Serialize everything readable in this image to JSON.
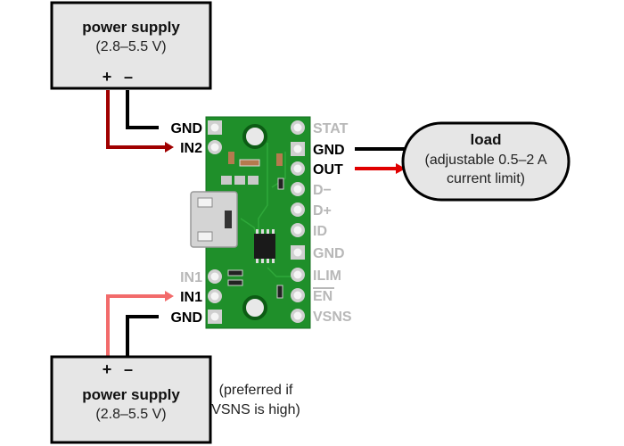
{
  "power_supply_top": {
    "title": "power supply",
    "voltage": "(2.8–5.5 V)",
    "plus": "+",
    "minus": "–"
  },
  "power_supply_bottom": {
    "title": "power supply",
    "voltage": "(2.8–5.5 V)",
    "plus": "+",
    "minus": "–",
    "note_line1": "(preferred if",
    "note_line2": "VSNS is high)"
  },
  "load": {
    "title": "load",
    "line1": "(adjustable 0.5–2 A",
    "line2": "current limit)"
  },
  "left_pins": [
    {
      "label": "GND",
      "active": true
    },
    {
      "label": "IN2",
      "active": true
    },
    {
      "label": "IN1",
      "active": false
    },
    {
      "label": "IN1",
      "active": true
    },
    {
      "label": "GND",
      "active": true
    }
  ],
  "right_pins": [
    {
      "label": "STAT",
      "active": false
    },
    {
      "label": "GND",
      "active": true
    },
    {
      "label": "OUT",
      "active": true
    },
    {
      "label": "D−",
      "active": false
    },
    {
      "label": "D+",
      "active": false
    },
    {
      "label": "ID",
      "active": false
    },
    {
      "label": "GND",
      "active": false
    },
    {
      "label": "ILIM",
      "active": false
    },
    {
      "label": "EN",
      "active": false
    },
    {
      "label": "VSNS",
      "active": false
    }
  ],
  "colors": {
    "board_green": "#1f8f2a",
    "wire_dark_red": "#a00000",
    "wire_red": "#e00000",
    "wire_pink": "#f26b6b",
    "wire_black": "#000000",
    "box_fill": "#e6e6e6",
    "inactive_label": "#b8b8b8"
  }
}
